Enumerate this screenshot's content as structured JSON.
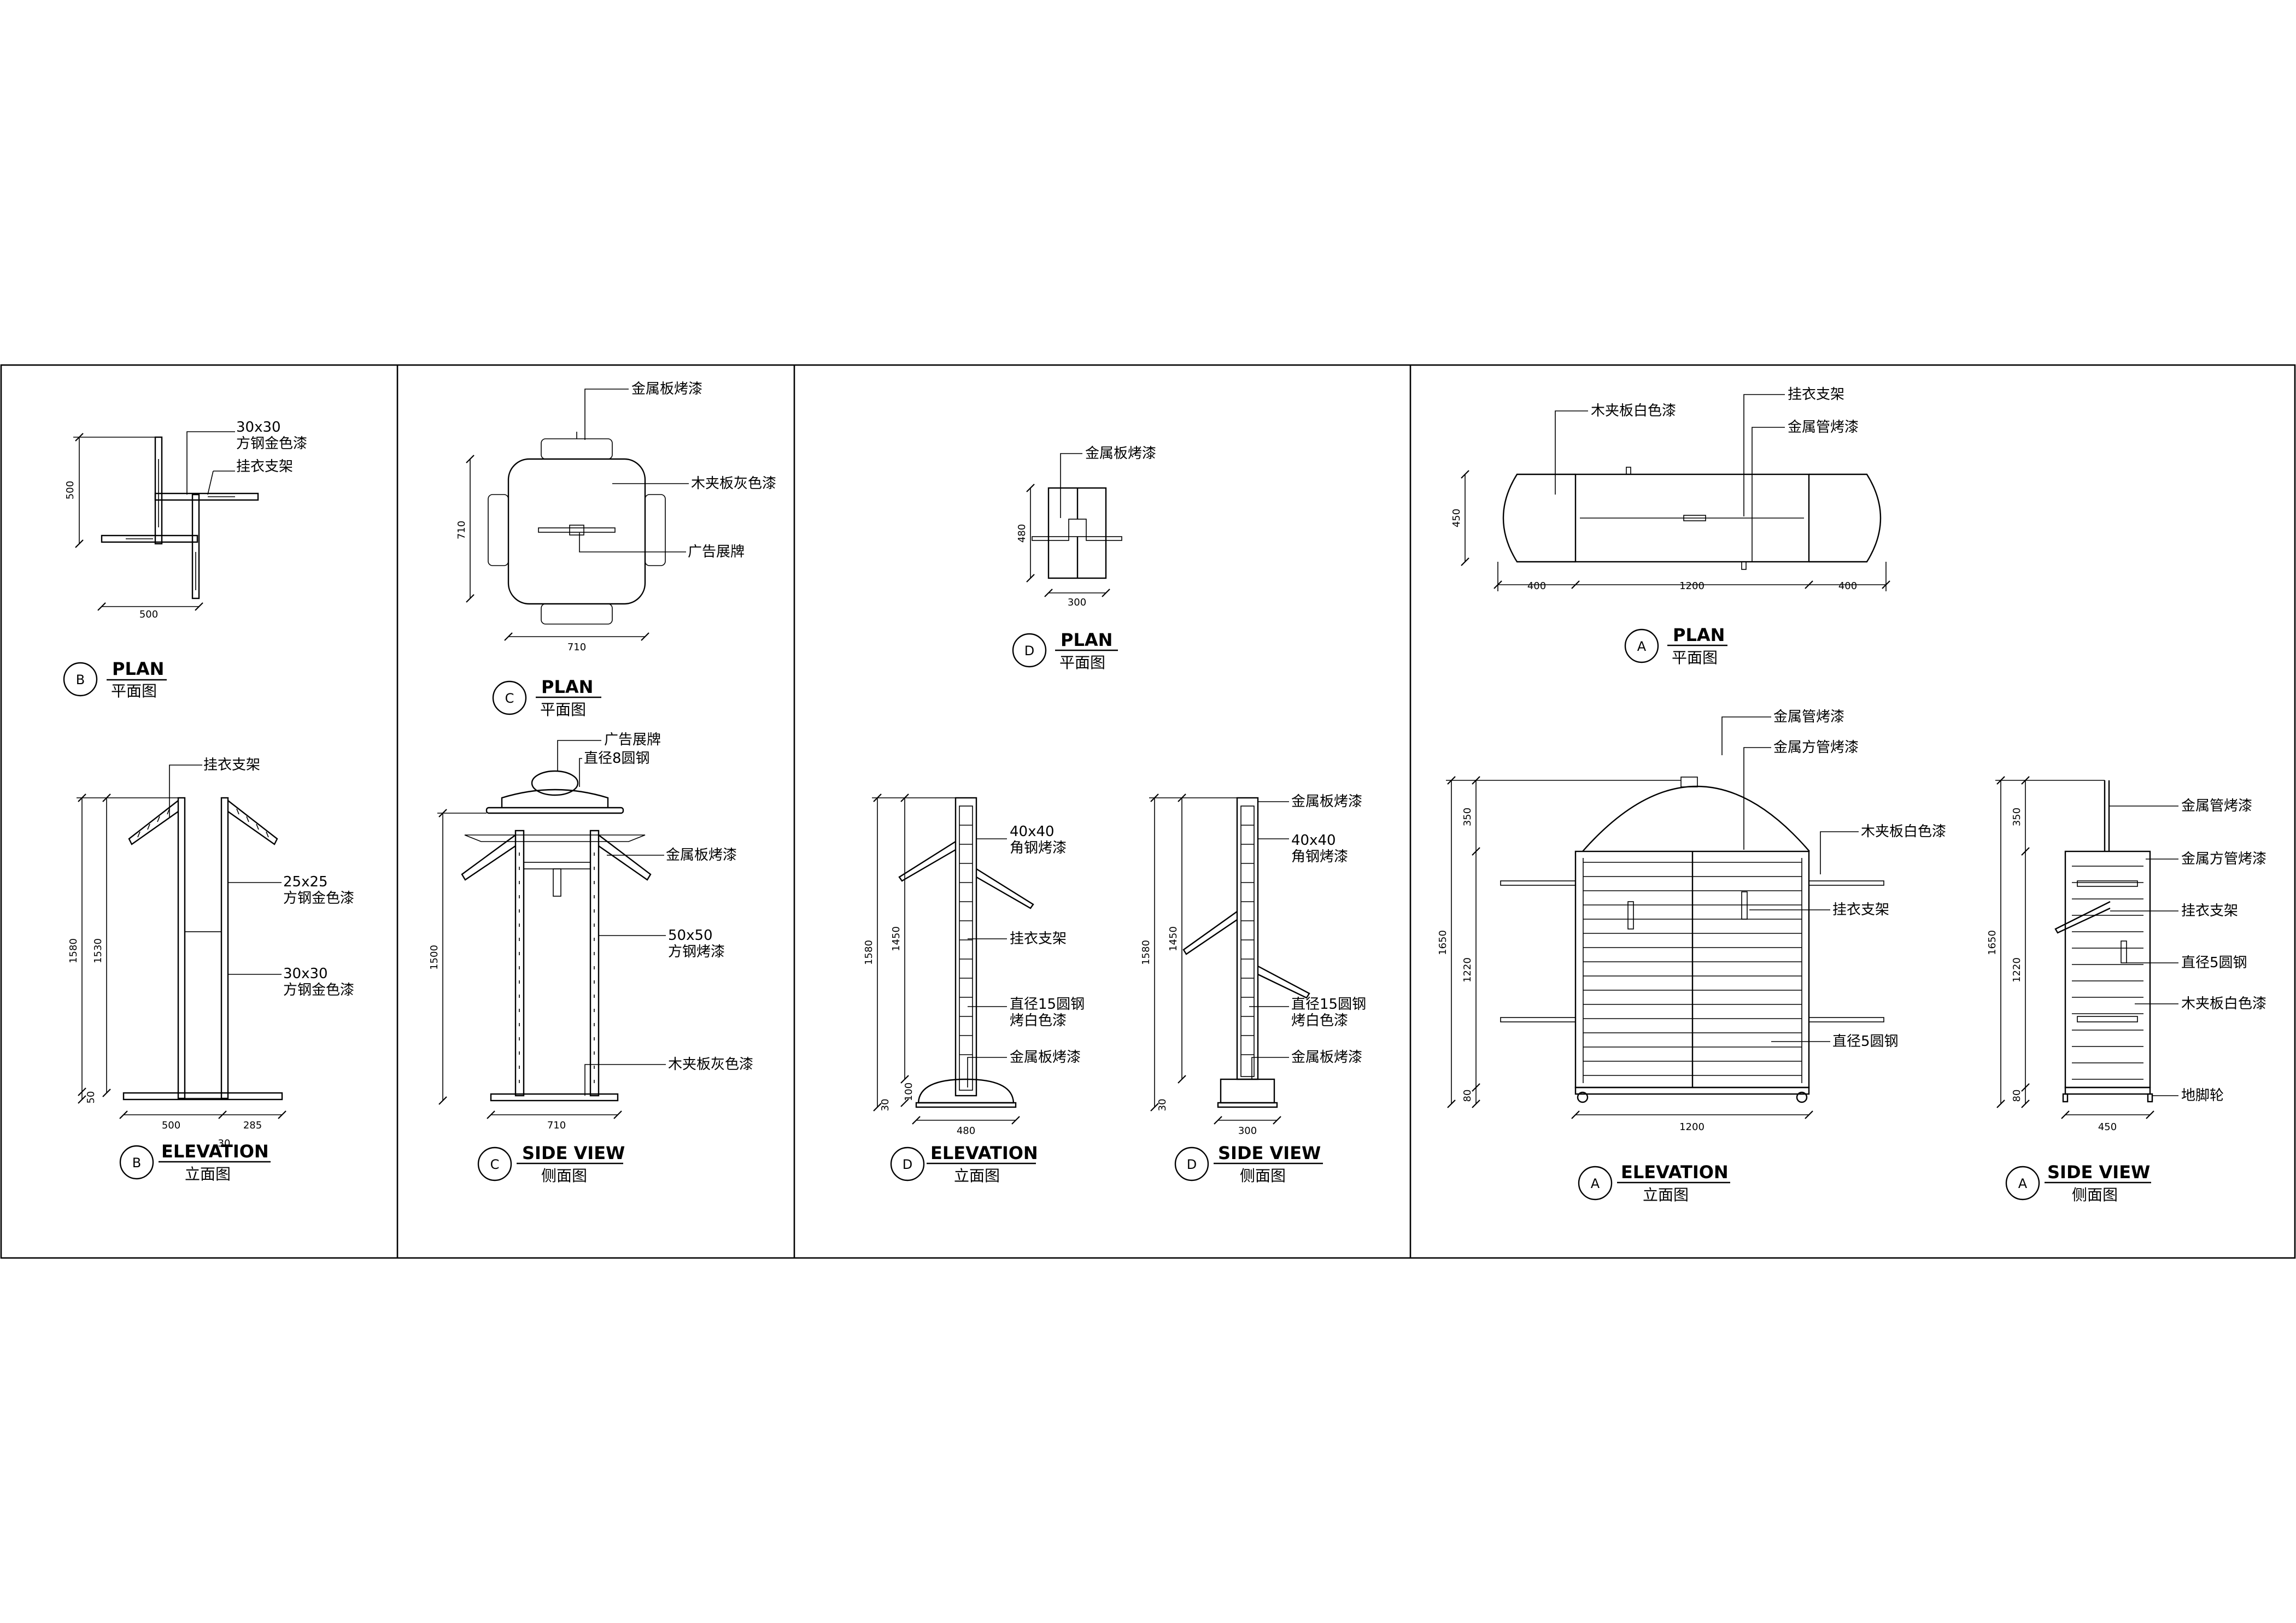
{
  "panel_b": {
    "plan": {
      "callouts": [
        "30x30",
        "方钢金色漆",
        "挂衣支架"
      ],
      "dims": [
        "500",
        "500"
      ],
      "title": {
        "tag": "B",
        "en": "PLAN",
        "zh": "平面图"
      }
    },
    "elevation": {
      "callouts": [
        "挂衣支架",
        "25x25",
        "方钢金色漆",
        "30x30",
        "方钢金色漆"
      ],
      "dims": [
        "1580",
        "1530",
        "50",
        "500",
        "285",
        "30"
      ],
      "title": {
        "tag": "B",
        "en": "ELEVATION",
        "zh": "立面图"
      }
    }
  },
  "panel_c": {
    "plan": {
      "callouts": [
        "金属板烤漆",
        "木夹板灰色漆",
        "广告展牌"
      ],
      "dims": [
        "710",
        "710"
      ],
      "title": {
        "tag": "C",
        "en": "PLAN",
        "zh": "平面图"
      }
    },
    "side": {
      "callouts": [
        "广告展牌",
        "直径8圆钢",
        "金属板烤漆",
        "50x50",
        "方钢烤漆",
        "木夹板灰色漆"
      ],
      "dims": [
        "1500",
        "710"
      ],
      "title": {
        "tag": "C",
        "en": "SIDE VIEW",
        "zh": "侧面图"
      }
    }
  },
  "panel_d": {
    "plan": {
      "callouts": [
        "金属板烤漆"
      ],
      "dims": [
        "480",
        "300"
      ],
      "title": {
        "tag": "D",
        "en": "PLAN",
        "zh": "平面图"
      }
    },
    "elevation": {
      "callouts": [
        "40x40",
        "角钢烤漆",
        "挂衣支架",
        "直径15圆钢",
        "烤白色漆",
        "金属板烤漆"
      ],
      "dims": [
        "1580",
        "1450",
        "100",
        "30",
        "480"
      ],
      "title": {
        "tag": "D",
        "en": "ELEVATION",
        "zh": "立面图"
      }
    },
    "side": {
      "callouts": [
        "金属板烤漆",
        "40x40",
        "角钢烤漆",
        "直径15圆钢",
        "烤白色漆",
        "金属板烤漆"
      ],
      "dims": [
        "1580",
        "1450",
        "30",
        "300"
      ],
      "title": {
        "tag": "D",
        "en": "SIDE VIEW",
        "zh": "侧面图"
      }
    }
  },
  "panel_a": {
    "plan": {
      "callouts": [
        "木夹板白色漆",
        "挂衣支架",
        "金属管烤漆"
      ],
      "dims": [
        "450",
        "400",
        "1200",
        "400"
      ],
      "title": {
        "tag": "A",
        "en": "PLAN",
        "zh": "平面图"
      }
    },
    "elevation": {
      "callouts": [
        "金属管烤漆",
        "金属方管烤漆",
        "木夹板白色漆",
        "挂衣支架",
        "直径5圆钢"
      ],
      "dims": [
        "350",
        "1650",
        "1220",
        "80",
        "1200"
      ],
      "title": {
        "tag": "A",
        "en": "ELEVATION",
        "zh": "立面图"
      }
    },
    "side": {
      "callouts": [
        "金属管烤漆",
        "金属方管烤漆",
        "挂衣支架",
        "直径5圆钢",
        "木夹板白色漆",
        "地脚轮"
      ],
      "dims": [
        "350",
        "1650",
        "1220",
        "80",
        "450"
      ],
      "title": {
        "tag": "A",
        "en": "SIDE VIEW",
        "zh": "侧面图"
      }
    }
  }
}
